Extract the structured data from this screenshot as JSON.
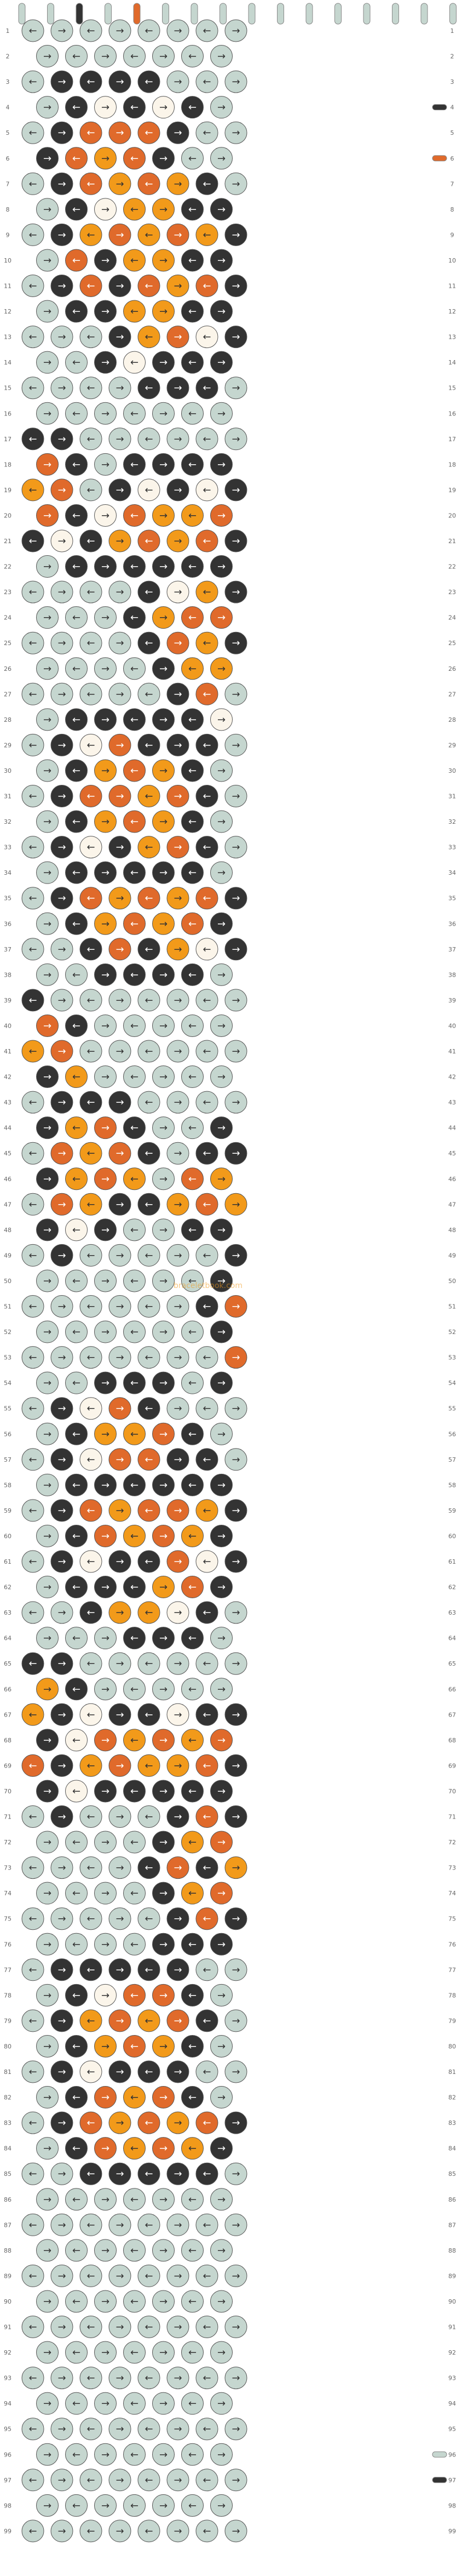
{
  "pattern": {
    "watermark": "braceletbook.com",
    "colors": {
      "A": "#c5d6cf",
      "B": "#333333",
      "C": "#e06a2b",
      "D": "#f29a1a",
      "E": "#fbf5ea"
    },
    "strings_top": [
      "A",
      "A",
      "B",
      "A",
      "C",
      "A",
      "A",
      "A",
      "A",
      "A",
      "A",
      "A",
      "A",
      "A",
      "A",
      "A"
    ],
    "string_end_right": {
      "4": "B",
      "6": "C",
      "96": "A",
      "97": "B"
    },
    "row_count": 99,
    "icons": {
      "left": "arrow-left-icon",
      "right": "arrow-right-icon",
      "left_back": "arrow-left-turn-icon",
      "right_back": "arrow-right-turn-icon"
    },
    "rows": [
      [
        "A",
        "A",
        "A",
        "A",
        "A",
        "A",
        "A",
        "A"
      ],
      [
        "A",
        "A",
        "A",
        "A",
        "A",
        "A",
        "A"
      ],
      [
        "A",
        "B",
        "B",
        "B",
        "B",
        "A",
        "A",
        "A"
      ],
      [
        "A",
        "B",
        "E",
        "B",
        "E",
        "B",
        "A"
      ],
      [
        "A",
        "B",
        "C",
        "C",
        "C",
        "B",
        "A",
        "A"
      ],
      [
        "B",
        "C",
        "D",
        "C",
        "B",
        "A",
        "A"
      ],
      [
        "A",
        "B",
        "C",
        "D",
        "C",
        "D",
        "B",
        "A"
      ],
      [
        "A",
        "B",
        "E",
        "D",
        "D",
        "B",
        "B"
      ],
      [
        "A",
        "B",
        "D",
        "C",
        "D",
        "C",
        "D",
        "B"
      ],
      [
        "A",
        "C",
        "B",
        "D",
        "D",
        "B",
        "B"
      ],
      [
        "A",
        "B",
        "C",
        "B",
        "C",
        "D",
        "C",
        "B"
      ],
      [
        "A",
        "B",
        "B",
        "D",
        "D",
        "B",
        "B"
      ],
      [
        "A",
        "A",
        "A",
        "B",
        "D",
        "C",
        "E",
        "B"
      ],
      [
        "A",
        "A",
        "B",
        "E",
        "B",
        "B",
        "B"
      ],
      [
        "A",
        "A",
        "A",
        "A",
        "B",
        "B",
        "B",
        "A"
      ],
      [
        "A",
        "A",
        "A",
        "A",
        "A",
        "A",
        "A"
      ],
      [
        "B",
        "B",
        "A",
        "A",
        "A",
        "A",
        "A",
        "A"
      ],
      [
        "C",
        "B",
        "A",
        "B",
        "B",
        "B",
        "B"
      ],
      [
        "D",
        "C",
        "A",
        "B",
        "E",
        "B",
        "E",
        "B"
      ],
      [
        "C",
        "B",
        "E",
        "C",
        "D",
        "D",
        "C"
      ],
      [
        "B",
        "E",
        "B",
        "D",
        "C",
        "D",
        "C",
        "B"
      ],
      [
        "A",
        "B",
        "B",
        "B",
        "B",
        "B",
        "B"
      ],
      [
        "A",
        "A",
        "A",
        "A",
        "B",
        "E",
        "D",
        "B"
      ],
      [
        "A",
        "A",
        "A",
        "B",
        "D",
        "C",
        "C"
      ],
      [
        "A",
        "A",
        "A",
        "A",
        "B",
        "C",
        "D",
        "B"
      ],
      [
        "A",
        "A",
        "A",
        "A",
        "B",
        "D",
        "D"
      ],
      [
        "A",
        "A",
        "A",
        "A",
        "A",
        "B",
        "C",
        "A"
      ],
      [
        "A",
        "B",
        "B",
        "B",
        "B",
        "B",
        "E"
      ],
      [
        "A",
        "B",
        "E",
        "C",
        "B",
        "B",
        "B",
        "A"
      ],
      [
        "A",
        "B",
        "D",
        "C",
        "D",
        "B",
        "A"
      ],
      [
        "A",
        "B",
        "C",
        "C",
        "D",
        "C",
        "B",
        "A"
      ],
      [
        "A",
        "B",
        "D",
        "C",
        "D",
        "B",
        "A"
      ],
      [
        "A",
        "B",
        "E",
        "B",
        "D",
        "C",
        "B",
        "A"
      ],
      [
        "A",
        "B",
        "B",
        "B",
        "B",
        "B",
        "A"
      ],
      [
        "A",
        "B",
        "C",
        "D",
        "C",
        "D",
        "C",
        "B"
      ],
      [
        "A",
        "B",
        "D",
        "C",
        "D",
        "C",
        "B"
      ],
      [
        "A",
        "A",
        "B",
        "C",
        "B",
        "D",
        "E",
        "B"
      ],
      [
        "A",
        "A",
        "B",
        "B",
        "B",
        "B",
        "A"
      ],
      [
        "B",
        "A",
        "A",
        "A",
        "A",
        "A",
        "A",
        "A"
      ],
      [
        "C",
        "B",
        "A",
        "A",
        "A",
        "A",
        "A"
      ],
      [
        "D",
        "C",
        "A",
        "A",
        "A",
        "A",
        "A",
        "A"
      ],
      [
        "B",
        "D",
        "A",
        "A",
        "A",
        "A",
        "A"
      ],
      [
        "A",
        "B",
        "B",
        "B",
        "A",
        "A",
        "A",
        "A"
      ],
      [
        "B",
        "D",
        "C",
        "B",
        "A",
        "A",
        "B"
      ],
      [
        "A",
        "C",
        "D",
        "C",
        "B",
        "A",
        "B",
        "B"
      ],
      [
        "B",
        "D",
        "C",
        "D",
        "A",
        "C",
        "D"
      ],
      [
        "A",
        "C",
        "D",
        "B",
        "B",
        "D",
        "C",
        "D"
      ],
      [
        "B",
        "E",
        "B",
        "A",
        "A",
        "B",
        "B"
      ],
      [
        "A",
        "B",
        "A",
        "A",
        "A",
        "A",
        "A",
        "B"
      ],
      [
        "A",
        "A",
        "A",
        "A",
        "A",
        "A",
        "B"
      ],
      [
        "A",
        "A",
        "A",
        "A",
        "A",
        "A",
        "B",
        "C"
      ],
      [
        "A",
        "A",
        "A",
        "A",
        "A",
        "A",
        "B"
      ],
      [
        "A",
        "A",
        "A",
        "A",
        "A",
        "A",
        "A",
        "C"
      ],
      [
        "A",
        "A",
        "B",
        "B",
        "B",
        "A",
        "B"
      ],
      [
        "A",
        "B",
        "E",
        "C",
        "B",
        "A",
        "A",
        "A"
      ],
      [
        "A",
        "B",
        "D",
        "D",
        "C",
        "B",
        "A"
      ],
      [
        "A",
        "B",
        "E",
        "C",
        "C",
        "B",
        "B",
        "A"
      ],
      [
        "A",
        "B",
        "B",
        "B",
        "B",
        "B",
        "B"
      ],
      [
        "A",
        "B",
        "C",
        "D",
        "C",
        "C",
        "D",
        "B"
      ],
      [
        "A",
        "B",
        "C",
        "D",
        "C",
        "D",
        "B"
      ],
      [
        "A",
        "B",
        "E",
        "B",
        "B",
        "C",
        "E",
        "B"
      ],
      [
        "A",
        "B",
        "B",
        "B",
        "D",
        "C",
        "B"
      ],
      [
        "A",
        "A",
        "B",
        "D",
        "D",
        "E",
        "B",
        "A"
      ],
      [
        "A",
        "A",
        "A",
        "B",
        "B",
        "B",
        "A"
      ],
      [
        "B",
        "B",
        "A",
        "A",
        "A",
        "A",
        "A",
        "A"
      ],
      [
        "D",
        "B",
        "A",
        "A",
        "A",
        "A",
        "A"
      ],
      [
        "D",
        "B",
        "E",
        "B",
        "B",
        "E",
        "B",
        "B"
      ],
      [
        "B",
        "E",
        "C",
        "D",
        "C",
        "D",
        "C"
      ],
      [
        "C",
        "B",
        "D",
        "C",
        "D",
        "D",
        "C",
        "B"
      ],
      [
        "B",
        "E",
        "B",
        "B",
        "B",
        "B",
        "B"
      ],
      [
        "A",
        "B",
        "A",
        "A",
        "A",
        "B",
        "C",
        "B"
      ],
      [
        "A",
        "A",
        "A",
        "A",
        "B",
        "D",
        "C"
      ],
      [
        "A",
        "A",
        "A",
        "A",
        "B",
        "C",
        "B",
        "D"
      ],
      [
        "A",
        "A",
        "A",
        "A",
        "B",
        "D",
        "C"
      ],
      [
        "A",
        "A",
        "A",
        "A",
        "A",
        "B",
        "C",
        "B"
      ],
      [
        "A",
        "A",
        "A",
        "A",
        "B",
        "B",
        "B"
      ],
      [
        "A",
        "B",
        "B",
        "B",
        "B",
        "B",
        "A",
        "A"
      ],
      [
        "A",
        "B",
        "E",
        "C",
        "C",
        "B",
        "A"
      ],
      [
        "A",
        "B",
        "D",
        "C",
        "D",
        "C",
        "B",
        "A"
      ],
      [
        "A",
        "B",
        "D",
        "C",
        "D",
        "B",
        "A"
      ],
      [
        "A",
        "B",
        "E",
        "B",
        "B",
        "B",
        "A",
        "A"
      ],
      [
        "A",
        "B",
        "C",
        "D",
        "C",
        "B",
        "A"
      ],
      [
        "A",
        "B",
        "C",
        "D",
        "C",
        "D",
        "C",
        "B"
      ],
      [
        "A",
        "B",
        "C",
        "D",
        "C",
        "D",
        "B"
      ],
      [
        "A",
        "A",
        "B",
        "B",
        "B",
        "B",
        "B",
        "A"
      ],
      [
        "A",
        "A",
        "A",
        "A",
        "A",
        "A",
        "A"
      ],
      [
        "A",
        "A",
        "A",
        "A",
        "A",
        "A",
        "A",
        "A"
      ],
      [
        "A",
        "A",
        "A",
        "A",
        "A",
        "A",
        "A"
      ],
      [
        "A",
        "A",
        "A",
        "A",
        "A",
        "A",
        "A",
        "A"
      ],
      [
        "A",
        "A",
        "A",
        "A",
        "A",
        "A",
        "A"
      ],
      [
        "A",
        "A",
        "A",
        "A",
        "A",
        "A",
        "A",
        "A"
      ],
      [
        "A",
        "A",
        "A",
        "A",
        "A",
        "A",
        "A"
      ],
      [
        "A",
        "A",
        "A",
        "A",
        "A",
        "A",
        "A",
        "A"
      ],
      [
        "A",
        "A",
        "A",
        "A",
        "A",
        "A",
        "A"
      ],
      [
        "A",
        "A",
        "A",
        "A",
        "A",
        "A",
        "A",
        "A"
      ],
      [
        "A",
        "A",
        "A",
        "A",
        "A",
        "A",
        "A"
      ],
      [
        "A",
        "A",
        "A",
        "A",
        "A",
        "A",
        "A",
        "A"
      ],
      [
        "A",
        "A",
        "A",
        "A",
        "A",
        "A",
        "A"
      ],
      [
        "A",
        "A",
        "A",
        "A",
        "A",
        "A",
        "A",
        "A"
      ]
    ]
  }
}
